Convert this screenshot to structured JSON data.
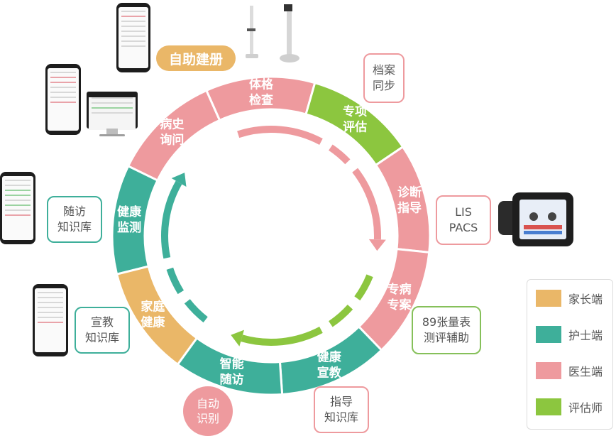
{
  "top_pill": "自助建册",
  "segments": [
    {
      "label": "健康\n监测",
      "color": "#3eaf9a"
    },
    {
      "label": "病史\n询问",
      "color": "#ee9a9e"
    },
    {
      "label": "体格\n检查",
      "color": "#ee9a9e"
    },
    {
      "label": "专项\n评估",
      "color": "#8cc63f"
    },
    {
      "label": "诊断\n指导",
      "color": "#ee9a9e"
    },
    {
      "label": "专病\n专案",
      "color": "#ee9a9e"
    },
    {
      "label": "健康\n宣教",
      "color": "#3eaf9a"
    },
    {
      "label": "智能\n随访",
      "color": "#3eaf9a"
    },
    {
      "label": "家庭\n健康",
      "color": "#eab768"
    }
  ],
  "side_boxes": {
    "archive_sync": "档案\n同步",
    "lis_pacs": "LIS\nPACS",
    "scale_assist": "89张量表\n测评辅助",
    "guide_kb": "指导\n知识库",
    "edu_kb": "宣教\n知识库",
    "followup_kb": "随访\n知识库"
  },
  "auto_recognize": "自动\n识别",
  "legend": [
    {
      "label": "家长端",
      "color": "#eab768"
    },
    {
      "label": "护士端",
      "color": "#3eaf9a"
    },
    {
      "label": "医生端",
      "color": "#ee9a9e"
    },
    {
      "label": "评估师",
      "color": "#8cc63f"
    }
  ]
}
